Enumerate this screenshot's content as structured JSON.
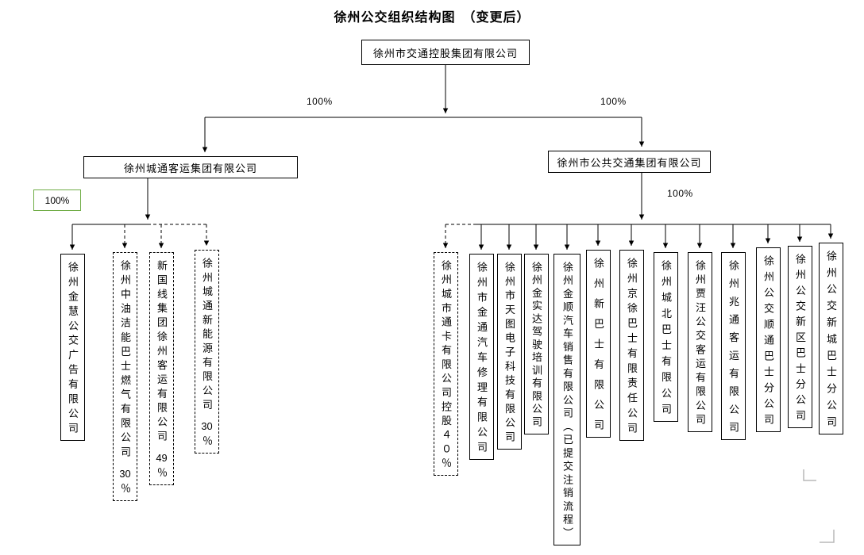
{
  "title": "徐州公交组织结构图　（变更后）",
  "colors": {
    "line": "#000000",
    "box_border": "#000000",
    "green_box_border": "#70ad47",
    "background": "#ffffff"
  },
  "root": {
    "label": "徐州市交通控股集团有限公司"
  },
  "edges": {
    "left_top_pct": "100%",
    "right_top_pct": "100%",
    "left_sub_pct": "100%",
    "right_sub_pct": "100%"
  },
  "groups": {
    "left": {
      "label": "徐州城通客运集团有限公司"
    },
    "right": {
      "label": "徐州市公共交通集团有限公司"
    }
  },
  "left_children": [
    {
      "label": "徐州金慧公交广告有限公司",
      "pct_num": "",
      "pct_sign": "",
      "border": "solid"
    },
    {
      "label": "徐州中油洁能巴士燃气有限公司",
      "pct_num": "30",
      "pct_sign": "％",
      "border": "dashed"
    },
    {
      "label": "新国线集团徐州客运有限公司",
      "pct_num": "49",
      "pct_sign": "％",
      "border": "dashed"
    },
    {
      "label": "徐州城通新能源有限公司",
      "pct_num": "30",
      "pct_sign": "％",
      "border": "dashed"
    }
  ],
  "right_children": [
    {
      "label": "徐州城市通卡有限公司控股４０％",
      "border": "dashed"
    },
    {
      "label": "徐州市金通汽车修理有限公司",
      "border": "solid"
    },
    {
      "label": "徐州市天图电子科技有限公司",
      "border": "solid"
    },
    {
      "label": "徐州金实达驾驶培训有限公司",
      "border": "solid"
    },
    {
      "label": "徐州金顺汽车销售有限公司（已提交注销流程）",
      "border": "solid"
    },
    {
      "label": "徐州新巴士有限公司",
      "border": "solid"
    },
    {
      "label": "徐州京徐巴士有限责任公司",
      "border": "solid"
    },
    {
      "label": "徐州城北巴士有限公司",
      "border": "solid"
    },
    {
      "label": "徐州贾汪公交客运有限公司",
      "border": "solid"
    },
    {
      "label": "徐州兆通客运有限公司",
      "border": "solid"
    },
    {
      "label": "徐州公交顺通巴士分公司",
      "border": "solid"
    },
    {
      "label": "徐州公交新区巴士分公司",
      "border": "solid"
    },
    {
      "label": "徐州公交新城巴士分公司",
      "border": "solid"
    }
  ]
}
